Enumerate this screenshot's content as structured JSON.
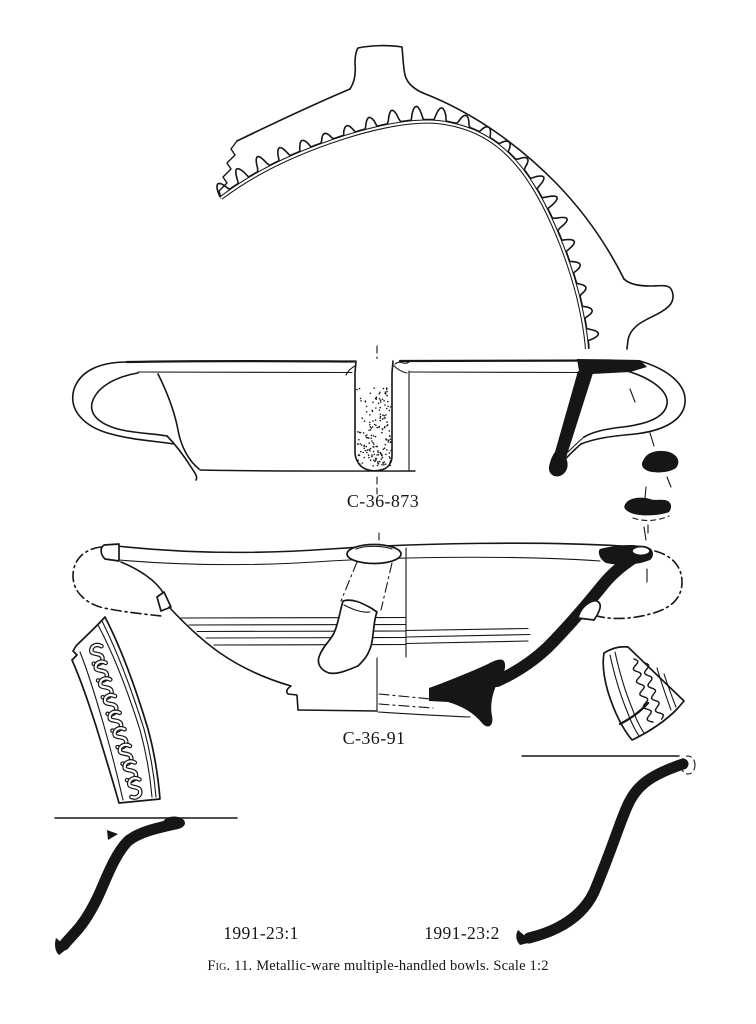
{
  "colors": {
    "paper": "#ffffff",
    "ink": "#161616"
  },
  "labels": {
    "bowl_top": "C-36-873",
    "bowl_bottom": "C-36-91",
    "fragment_left": "1991-23:1",
    "fragment_right": "1991-23:2"
  },
  "caption": {
    "figure_label": "Fig. 11.",
    "text": " Metallic-ware multiple-handled bowls. Scale 1:2"
  }
}
